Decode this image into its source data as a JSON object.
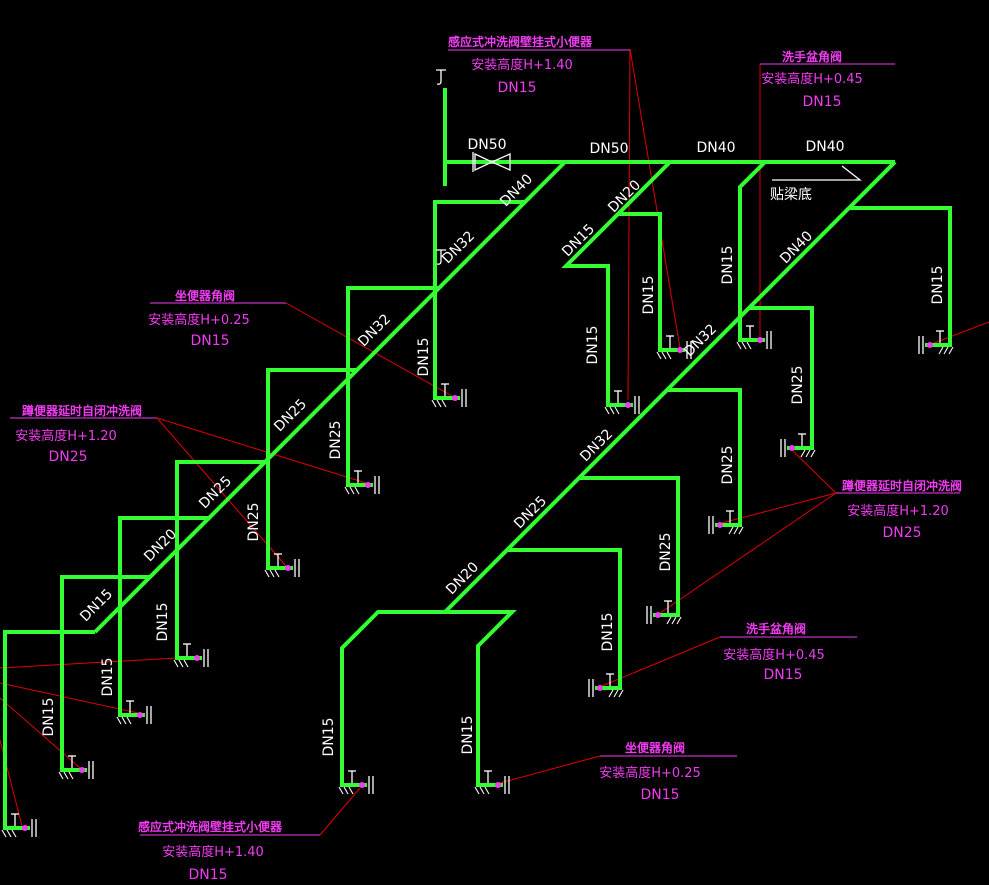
{
  "colors": {
    "background": "#000000",
    "pipe": "#33ff33",
    "annotation": "#f03cf0",
    "leader": "#e00000",
    "pipe_label": "#ffffff"
  },
  "annotations": [
    {
      "name": "感应式冲洗阀壁挂式小便器",
      "height": "安装高度H+1.40",
      "size": "DN15"
    },
    {
      "name": "洗手盆角阀",
      "height": "安装高度H+0.45",
      "size": "DN15"
    },
    {
      "name": "坐便器角阀",
      "height": "安装高度H+0.25",
      "size": "DN15"
    },
    {
      "name": "蹲便器延时自闭冲洗阀",
      "height": "安装高度H+1.20",
      "size": "DN25"
    },
    {
      "name": "蹲便器延时自闭冲洗阀",
      "height": "安装高度H+1.20",
      "size": "DN25"
    },
    {
      "name": "洗手盆角阀",
      "height": "安装高度H+0.45",
      "size": "DN15"
    },
    {
      "name": "坐便器角阀",
      "height": "安装高度H+0.25",
      "size": "DN15"
    },
    {
      "name": "感应式冲洗阀壁挂式小便器",
      "height": "安装高度H+1.40",
      "size": "DN15"
    }
  ],
  "main_pipe_labels": [
    "DN50",
    "DN50",
    "DN40",
    "DN40"
  ],
  "beam_note": "贴梁底",
  "diagonal_pipe_labels": [
    "DN40",
    "DN20",
    "DN15",
    "DN40",
    "DN32",
    "DN32",
    "DN32",
    "DN25",
    "DN32",
    "DN25",
    "DN25",
    "DN20",
    "DN20",
    "DN15"
  ],
  "vertical_pipe_labels": [
    "DN15",
    "DN15",
    "DN15",
    "DN15",
    "DN15",
    "DN25",
    "DN25",
    "DN25",
    "DN25",
    "DN25",
    "DN15",
    "DN15",
    "DN15",
    "DN15",
    "DN15",
    "DN15"
  ]
}
